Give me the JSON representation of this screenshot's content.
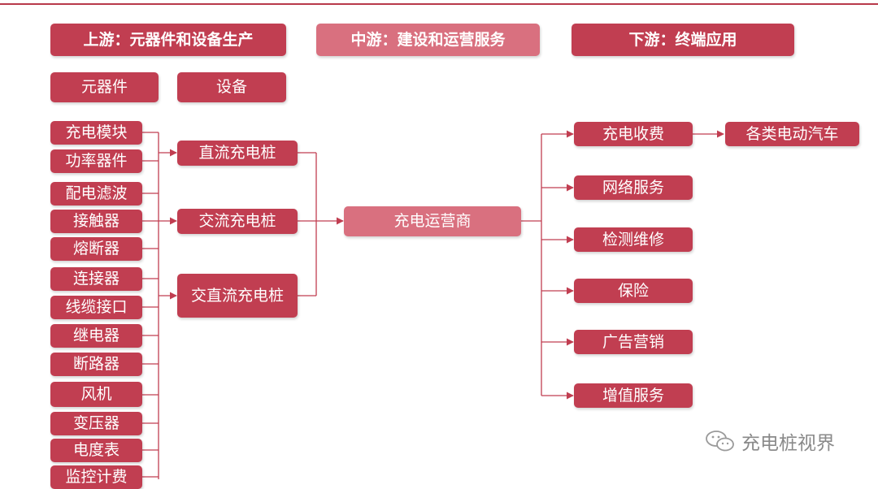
{
  "headers": {
    "upstream": "上游：元器件和设备生产",
    "midstream": "中游：建设和运营服务",
    "downstream": "下游：终端应用"
  },
  "categories": {
    "components": "元器件",
    "equipment": "设备"
  },
  "components": [
    "充电模块",
    "功率器件",
    "配电滤波",
    "接触器",
    "熔断器",
    "连接器",
    "线缆接口",
    "继电器",
    "断路器",
    "风机",
    "变压器",
    "电度表",
    "监控计费"
  ],
  "piles": [
    "直流充电桩",
    "交流充电桩",
    "交直流充电桩"
  ],
  "operator": "充电运营商",
  "services": [
    "充电收费",
    "网络服务",
    "检测维修",
    "保险",
    "广告营销",
    "增值服务"
  ],
  "end_use": "各类电动汽车",
  "watermark": "充电桩视界",
  "colors": {
    "dark": "#c13e51",
    "light": "#d9707f",
    "line": "#c13e51"
  }
}
